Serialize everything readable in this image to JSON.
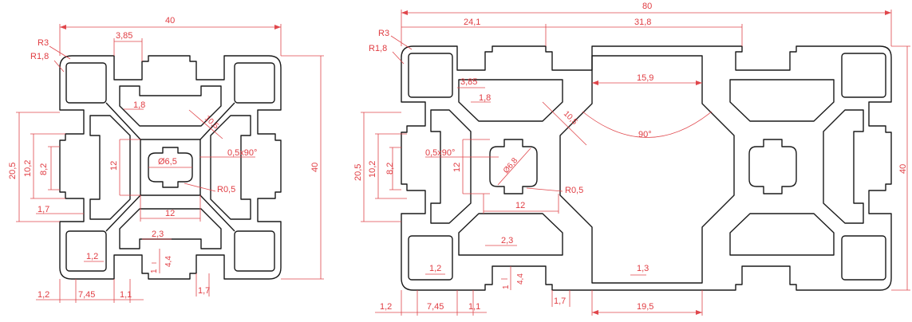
{
  "line_color": "#e0474c",
  "outline_color": "#1a1a1a",
  "views": {
    "profile_40x40": {
      "dims": {
        "width": "40",
        "height": "40",
        "r3": "R3",
        "r18": "R1,8",
        "w385": "3,85",
        "w18": "1,8",
        "diag105": "10,5",
        "dia65": "Ø6,5",
        "chamfer": "0,5x90°",
        "r05": "R0,5",
        "h205": "20,5",
        "h102": "10,2",
        "h82": "8,2",
        "h12": "12",
        "w12": "12",
        "w17": "1,7",
        "w23": "2,3",
        "w12b": "1,2",
        "h44": "4,4",
        "h1": "1",
        "w17b": "1,7",
        "w12c": "1,2",
        "w745": "7,45",
        "w11": "1,1"
      }
    },
    "profile_40x80": {
      "dims": {
        "width": "80",
        "w241": "24,1",
        "w318": "31,8",
        "height": "40",
        "r3": "R3",
        "r18": "R1,8",
        "w385": "3,85",
        "w18": "1,8",
        "w159": "15,9",
        "diag105": "10,5",
        "angle": "90°",
        "chamfer": "0,5x90°",
        "dia68": "Ø6,8",
        "h205": "20,5",
        "h102": "10,2",
        "h82": "8,2",
        "h12": "12",
        "r05": "R0,5",
        "w12": "12",
        "w23": "2,3",
        "w12b": "1,2",
        "h44": "4,4",
        "h1": "1",
        "w13": "1,3",
        "w17": "1,7",
        "w12c": "1,2",
        "w745": "7,45",
        "w11": "1,1",
        "w195": "19,5"
      }
    }
  }
}
